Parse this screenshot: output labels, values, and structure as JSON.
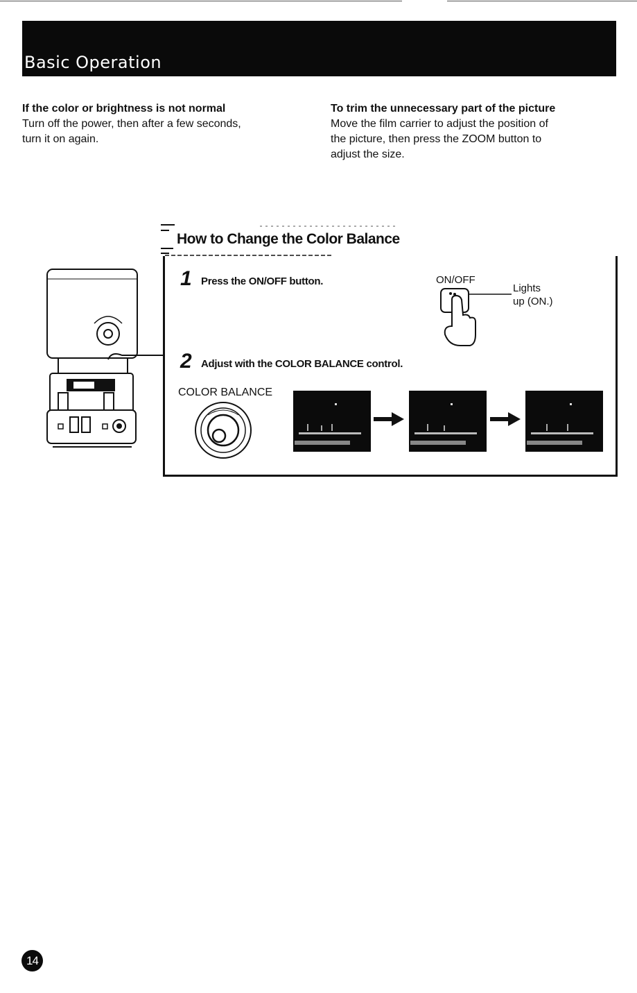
{
  "header": {
    "title": "Basic Operation"
  },
  "left_block": {
    "heading": "If the color or brightness is not normal",
    "lines": [
      "Turn off the power, then after a few seconds,",
      "turn it on again."
    ]
  },
  "right_block": {
    "heading": "To trim the unnecessary part of the picture",
    "lines": [
      "Move the film carrier to adjust the position of",
      "the picture, then press the ZOOM button to",
      "adjust the size."
    ]
  },
  "section": {
    "title": "How to Change the Color Balance"
  },
  "steps": [
    {
      "number": "1",
      "text": "Press the ON/OFF button."
    },
    {
      "number": "2",
      "text": "Adjust with the COLOR BALANCE control."
    }
  ],
  "labels": {
    "on_off": "ON/OFF",
    "lights_line1": "Lights",
    "lights_line2": "up (ON.)",
    "color_balance": "COLOR BALANCE"
  },
  "icons": [
    "device-illustration",
    "hand-press-icon",
    "color-balance-knob-icon",
    "arrow-right-icon"
  ],
  "footer": {
    "page_number": "14"
  }
}
